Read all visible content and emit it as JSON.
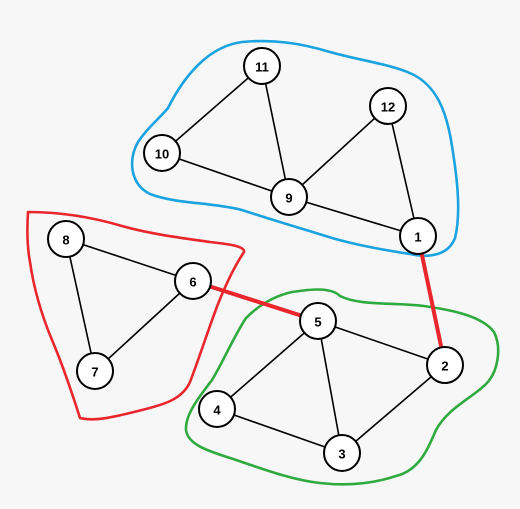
{
  "graph": {
    "nodes": [
      {
        "id": "1",
        "label": "1"
      },
      {
        "id": "2",
        "label": "2"
      },
      {
        "id": "3",
        "label": "3"
      },
      {
        "id": "4",
        "label": "4"
      },
      {
        "id": "5",
        "label": "5"
      },
      {
        "id": "6",
        "label": "6"
      },
      {
        "id": "7",
        "label": "7"
      },
      {
        "id": "8",
        "label": "8"
      },
      {
        "id": "9",
        "label": "9"
      },
      {
        "id": "10",
        "label": "10"
      },
      {
        "id": "11",
        "label": "11"
      },
      {
        "id": "12",
        "label": "12"
      }
    ],
    "edges": [
      {
        "from": "11",
        "to": "10"
      },
      {
        "from": "11",
        "to": "9"
      },
      {
        "from": "10",
        "to": "9"
      },
      {
        "from": "12",
        "to": "9"
      },
      {
        "from": "12",
        "to": "1"
      },
      {
        "from": "9",
        "to": "1"
      },
      {
        "from": "8",
        "to": "6"
      },
      {
        "from": "8",
        "to": "7"
      },
      {
        "from": "6",
        "to": "7"
      },
      {
        "from": "5",
        "to": "4"
      },
      {
        "from": "5",
        "to": "2"
      },
      {
        "from": "5",
        "to": "3"
      },
      {
        "from": "4",
        "to": "3"
      },
      {
        "from": "2",
        "to": "3"
      }
    ],
    "bridges": [
      {
        "from": "6",
        "to": "5",
        "color": "#e8262b"
      },
      {
        "from": "1",
        "to": "2",
        "color": "#e8262b"
      }
    ],
    "clusters": [
      {
        "id": "blue",
        "nodes": [
          "9",
          "10",
          "11",
          "12",
          "1"
        ],
        "color": "#1aa3e0"
      },
      {
        "id": "red",
        "nodes": [
          "6",
          "7",
          "8"
        ],
        "color": "#e8262b"
      },
      {
        "id": "green",
        "nodes": [
          "2",
          "3",
          "4",
          "5"
        ],
        "color": "#2eaa3f"
      }
    ]
  }
}
